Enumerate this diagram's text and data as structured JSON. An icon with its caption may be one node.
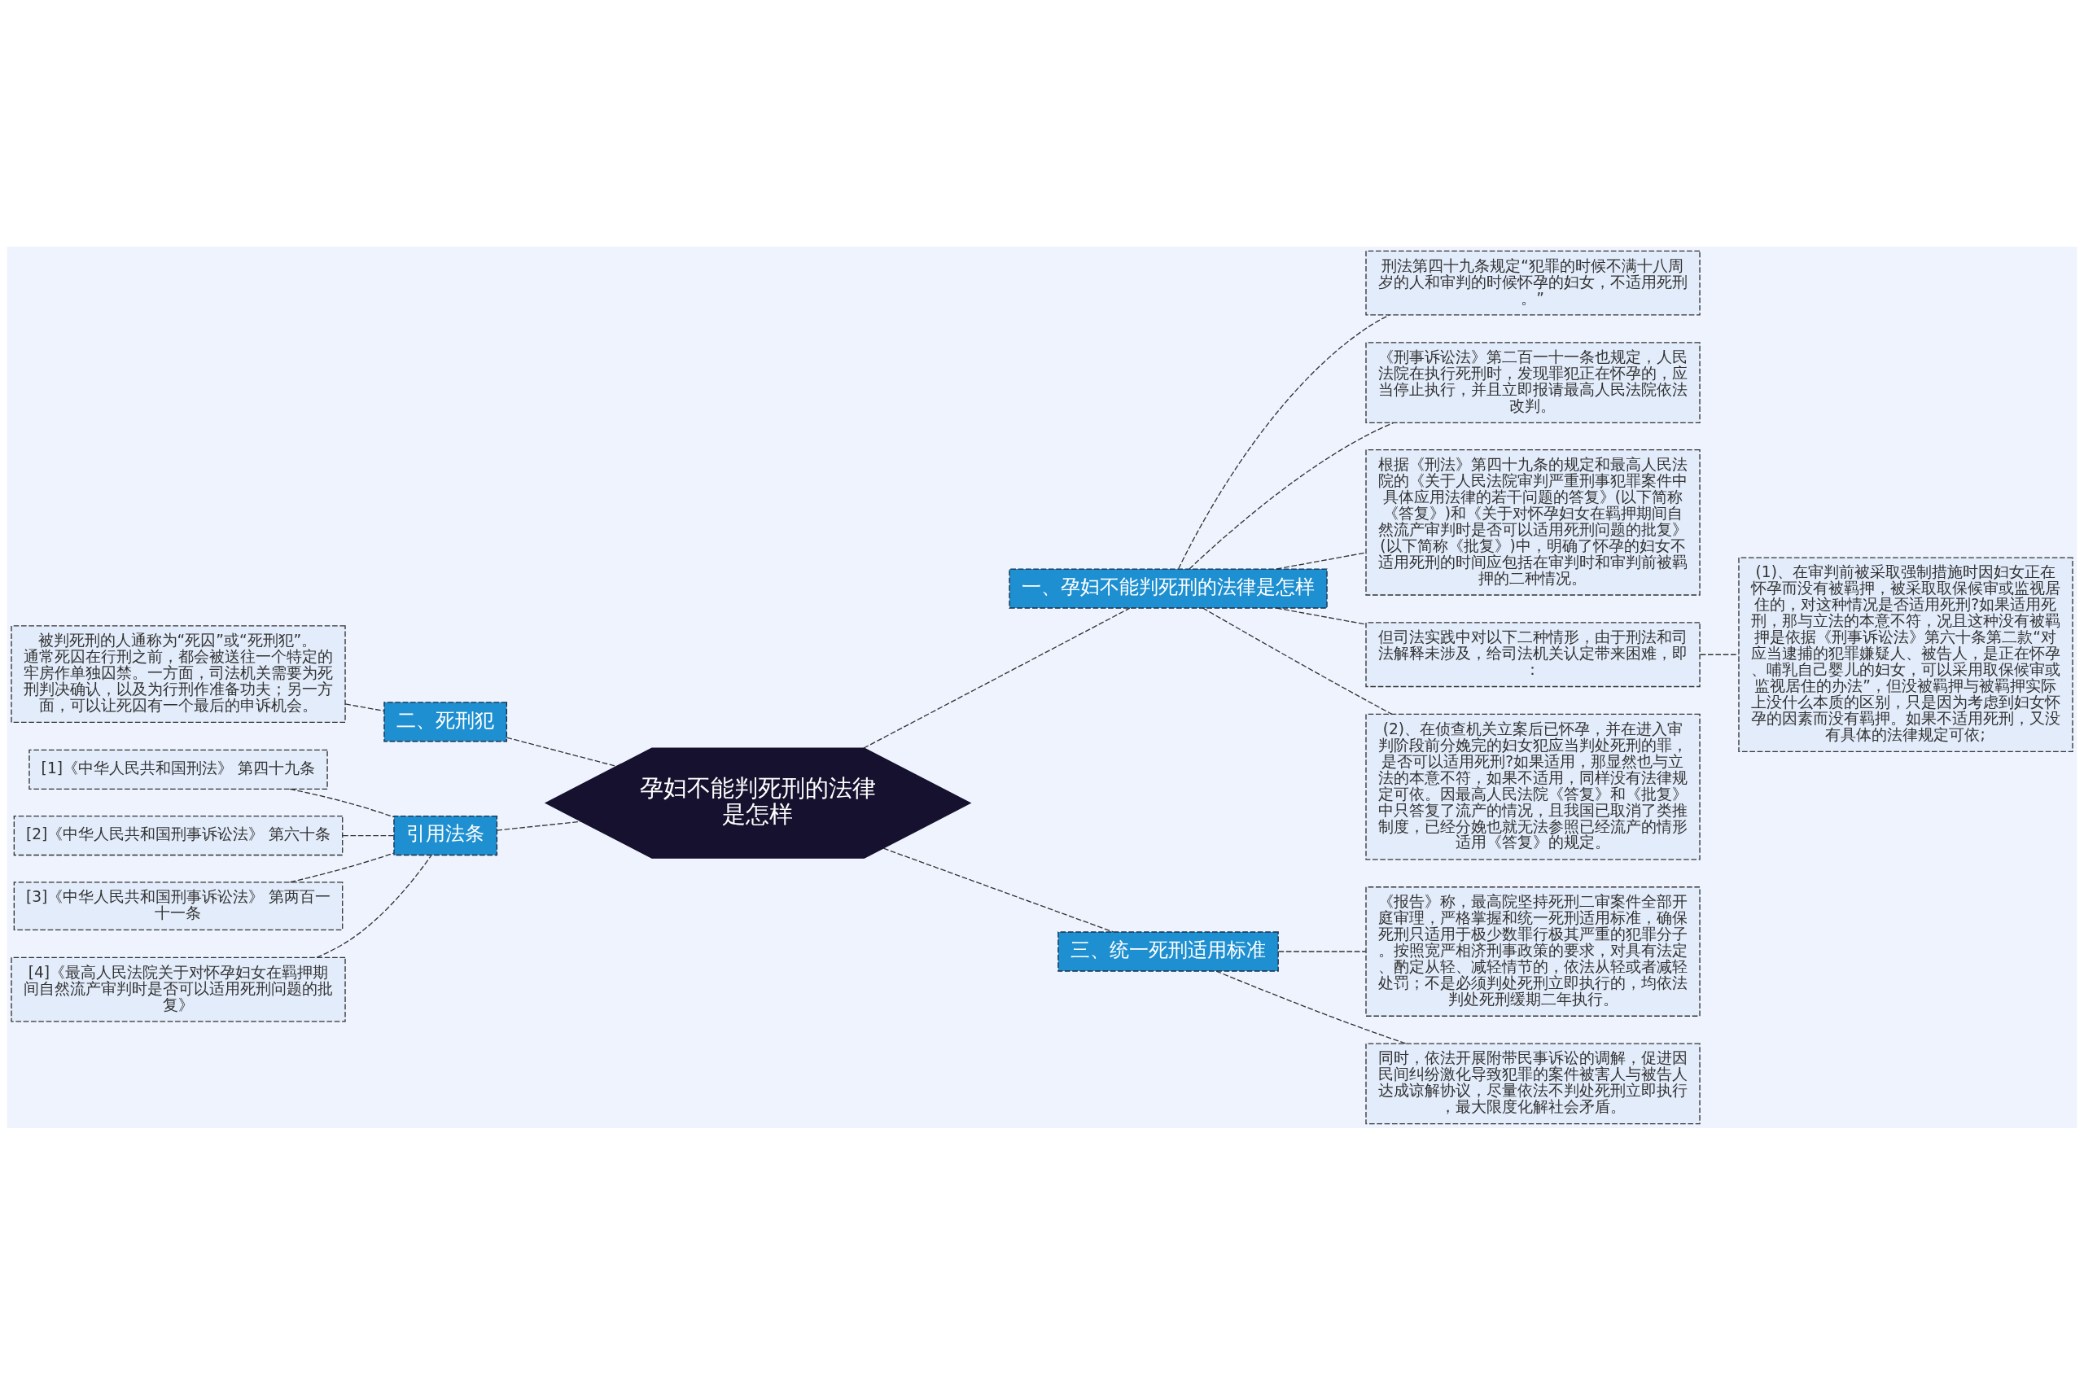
{
  "diagram": {
    "nodes": [
      {
        "text": [
          "孕妇不能判死刑的法律是怎样"
        ]
      },
      {
        "text": [
          "一、孕妇不能判死刑的法律是怎样"
        ]
      },
      {
        "text": [
          "刑法第四十九条规定“犯罪的时候不满十八周岁的人和审判的时候怀孕的妇女，不适用死刑。”"
        ]
      },
      {
        "text": [
          "《刑事诉讼法》第二百一十一条也规定，人民法院在执行死刑时，发现罪犯正在怀孕的，应当停止执行，并且立即报请最高人民法院依法改判。"
        ]
      },
      {
        "text": [
          "根据《刑法》第四十九条的规定和最高人民法院的《关于人民法院审判严重刑事犯罪案件中具体应用法律的若干问题的答复》(以下简称《答复》)和《关于对怀孕妇女在羁押期间自然流产审判时是否可以适用死刑问题的批复》(以下简称《批复》)中，明确了怀孕的妇女不适用死刑的时间应包括在审判时和审判前被羁押的二种情况。"
        ]
      },
      {
        "text": [
          "但司法实践中对以下二种情形，由于刑法和司法解释未涉及，给司法机关认定带来困难，即："
        ]
      },
      {
        "text": [
          "(1)、在审判前被采取强制措施时因妇女正在怀孕而没有被羁押，被采取取保候审或监视居住的，对这种情况是否适用死刑?如果适用死刑，那与立法的本意不符，况且这种没有被羁押是依据《刑事诉讼法》第六十条第二款“对应当逮捕的犯罪嫌疑人、被告人，是正在怀孕、哺乳自己婴儿的妇女，可以采用取保候审或监视居住的办法”，但没被羁押与被羁押实际上没什么本质的区别，只是因为考虑到妇女怀孕的因素而没有羁押。如果不适用死刑，又没有具体的法律规定可依;"
        ]
      },
      {
        "text": [
          "(2)、在侦查机关立案后已怀孕，并在进入审判阶段前分娩完的妇女犯应当判处死刑的罪，是否可以适用死刑?如果适用，那显然也与立法的本意不符，如果不适用，同样没有法律规定可依。因最高人民法院《答复》和《批复》中只答复了流产的情况，且我国已取消了类推制度，已经分娩也就无法参照已经流产的情形适用《答复》的规定。"
        ]
      },
      {
        "text": [
          "三、统一死刑适用标准"
        ]
      },
      {
        "text": [
          "《报告》称，最高院坚持死刑二审案件全部开庭审理，严格掌握和统一死刑适用标准，确保死刑只适用于极少数罪行极其严重的犯罪分子。按照宽严相济刑事政策的要求，对具有法定、酌定从轻、减轻情节的，依法从轻或者减轻处罚；不是必须判处死刑立即执行的，均依法判处死刑缓期二年执行。"
        ]
      },
      {
        "text": [
          "同时，依法开展附带民事诉讼的调解，促进因民间纠纷激化导致犯罪的案件被害人与被告人达成谅解协议，尽量依法不判处死刑立即执行，最大限度化解社会矛盾。"
        ]
      },
      {
        "text": [
          "二、死刑犯"
        ]
      },
      {
        "text": [
          "被判死刑的人通称为“死囚”或“死刑犯”。通常死囚在行刑之前，都会被送往一个特定的牢房作单独囚禁。一方面，司法机关需要为死刑判决确认，以及为行刑作准备功夫；另一方面，可以让死囚有一个最后的申诉机会。"
        ]
      },
      {
        "text": [
          "引用法条"
        ]
      },
      {
        "text": [
          "[1]《中华人民共和国刑法》 第四十九条"
        ]
      },
      {
        "text": [
          "[2]《中华人民共和国刑事诉讼法》 第六十条"
        ]
      },
      {
        "text": [
          "[3]《中华人民共和国刑事诉讼法》 第两百一十一条"
        ]
      },
      {
        "text": [
          "[4]《最高人民法院关于对怀孕妇女在羁押期间自然流产审判时是否可以适用死刑问题的批复》"
        ]
      }
    ],
    "edges": [
      {
        "from": 0,
        "to": 1,
        "arrow": "none"
      },
      {
        "from": 1,
        "to": 2,
        "arrow": "none"
      },
      {
        "from": 1,
        "to": 3,
        "arrow": "none"
      },
      {
        "from": 1,
        "to": 4,
        "arrow": "none"
      },
      {
        "from": 1,
        "to": 5,
        "arrow": "none"
      },
      {
        "from": 5,
        "to": 6,
        "arrow": "none"
      },
      {
        "from": 1,
        "to": 7,
        "arrow": "none"
      },
      {
        "from": 0,
        "to": 8,
        "arrow": "none"
      },
      {
        "from": 8,
        "to": 9,
        "arrow": "none"
      },
      {
        "from": 8,
        "to": 10,
        "arrow": "none"
      },
      {
        "from": 11,
        "to": 0,
        "arrow": "none"
      },
      {
        "from": 12,
        "to": 11,
        "arrow": "none"
      },
      {
        "from": 13,
        "to": 0,
        "arrow": "none"
      },
      {
        "from": 14,
        "to": 13,
        "arrow": "none"
      },
      {
        "from": 15,
        "to": 13,
        "arrow": "none"
      },
      {
        "from": 16,
        "to": 13,
        "arrow": "none"
      },
      {
        "from": 17,
        "to": 13,
        "arrow": "none"
      }
    ]
  }
}
